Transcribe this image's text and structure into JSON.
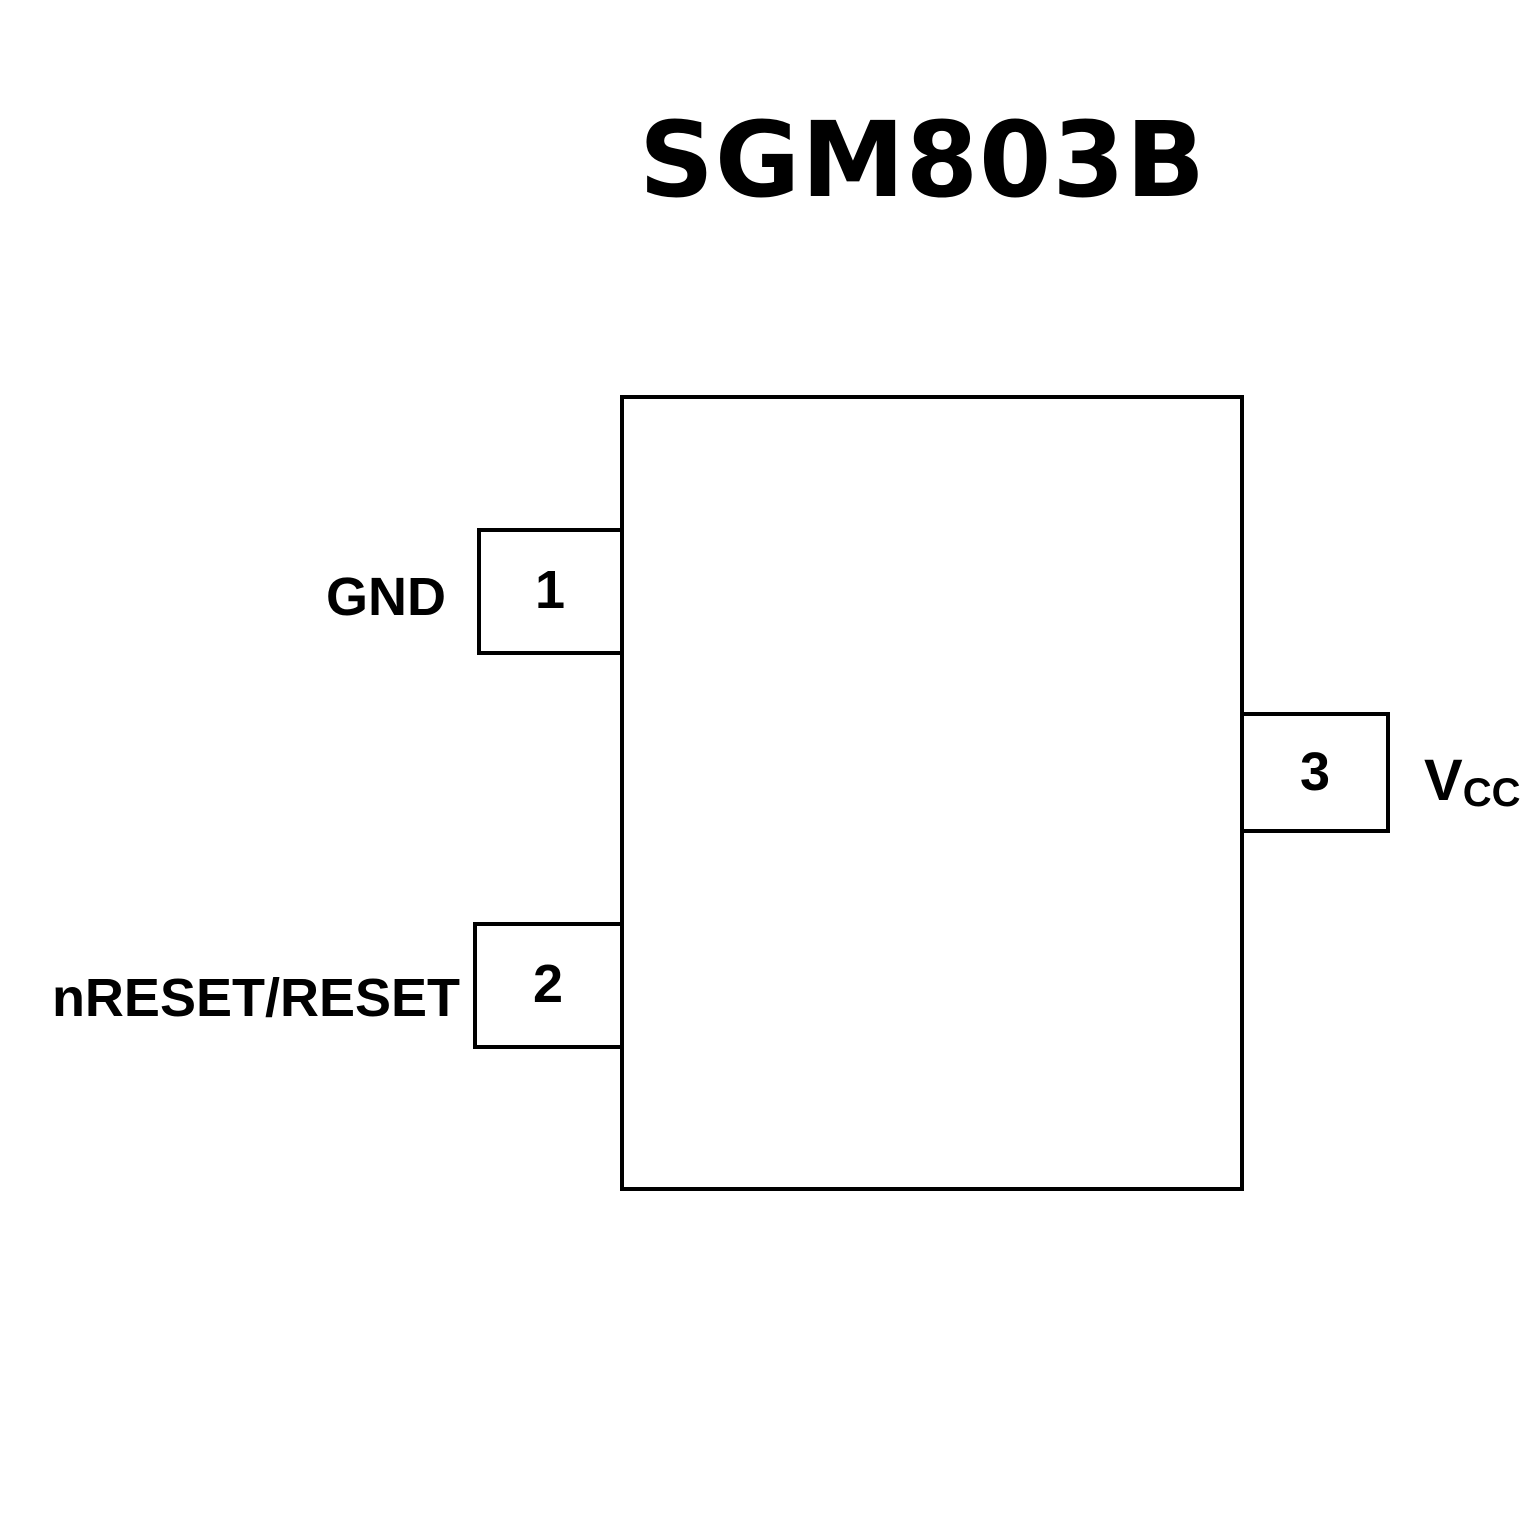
{
  "title": "SGM803B",
  "colors": {
    "stroke": "#000000",
    "background": "#ffffff",
    "text": "#000000"
  },
  "pins": [
    {
      "number": "1",
      "name": "GND",
      "side": "left"
    },
    {
      "number": "2",
      "name": "nRESET/RESET",
      "side": "left"
    },
    {
      "number": "3",
      "name": "V",
      "name_subscript": "CC",
      "side": "right"
    }
  ]
}
